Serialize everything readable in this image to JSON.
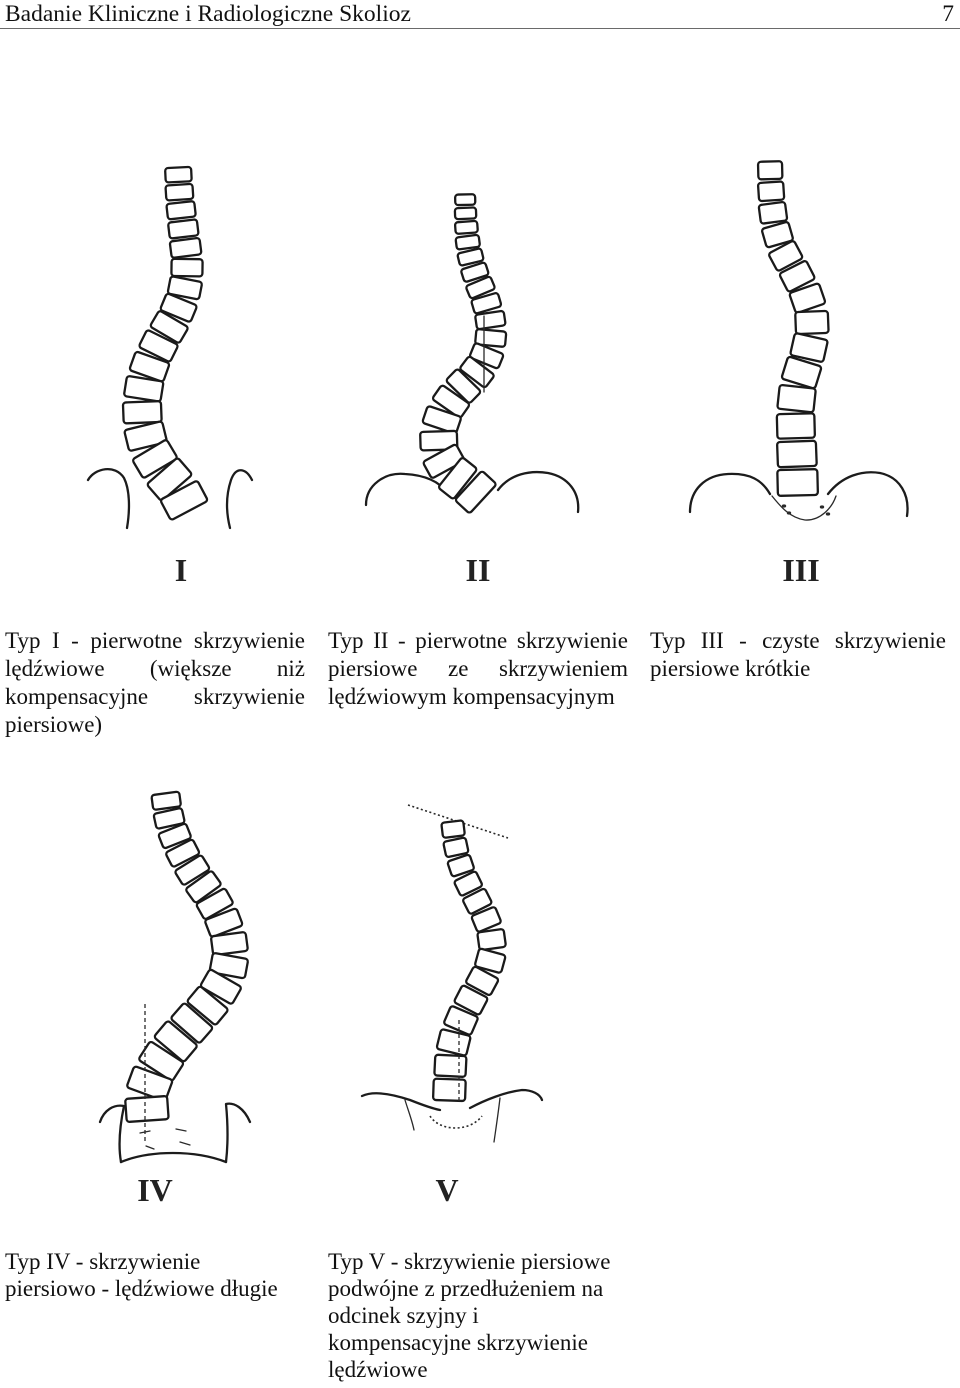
{
  "header": {
    "title": "Badanie Kliniczne i Radiologiczne Skolioz",
    "page_number": "7"
  },
  "figures": [
    {
      "label": "I",
      "caption": "Typ I - pierwotne skrzywienie lędźwiowe (większe niż kompensacyjne skrzywienie piersiowe)"
    },
    {
      "label": "II",
      "caption": "Typ II - pierwotne skrzywienie piersiowe ze skrzywieniem lędźwiowym kompensacyjnym"
    },
    {
      "label": "III",
      "caption": "Typ III - czyste skrzywienie piersiowe krótkie"
    },
    {
      "label": "IV",
      "caption": "Typ IV - skrzywienie\npiersiowo - lędźwiowe długie"
    },
    {
      "label": "V",
      "caption": "Typ V - skrzywienie piersiowe\npodwójne z przedłużeniem na\nodcinek szyjny i\nkompensacyjne skrzywienie\nlędźwiowe"
    }
  ]
}
